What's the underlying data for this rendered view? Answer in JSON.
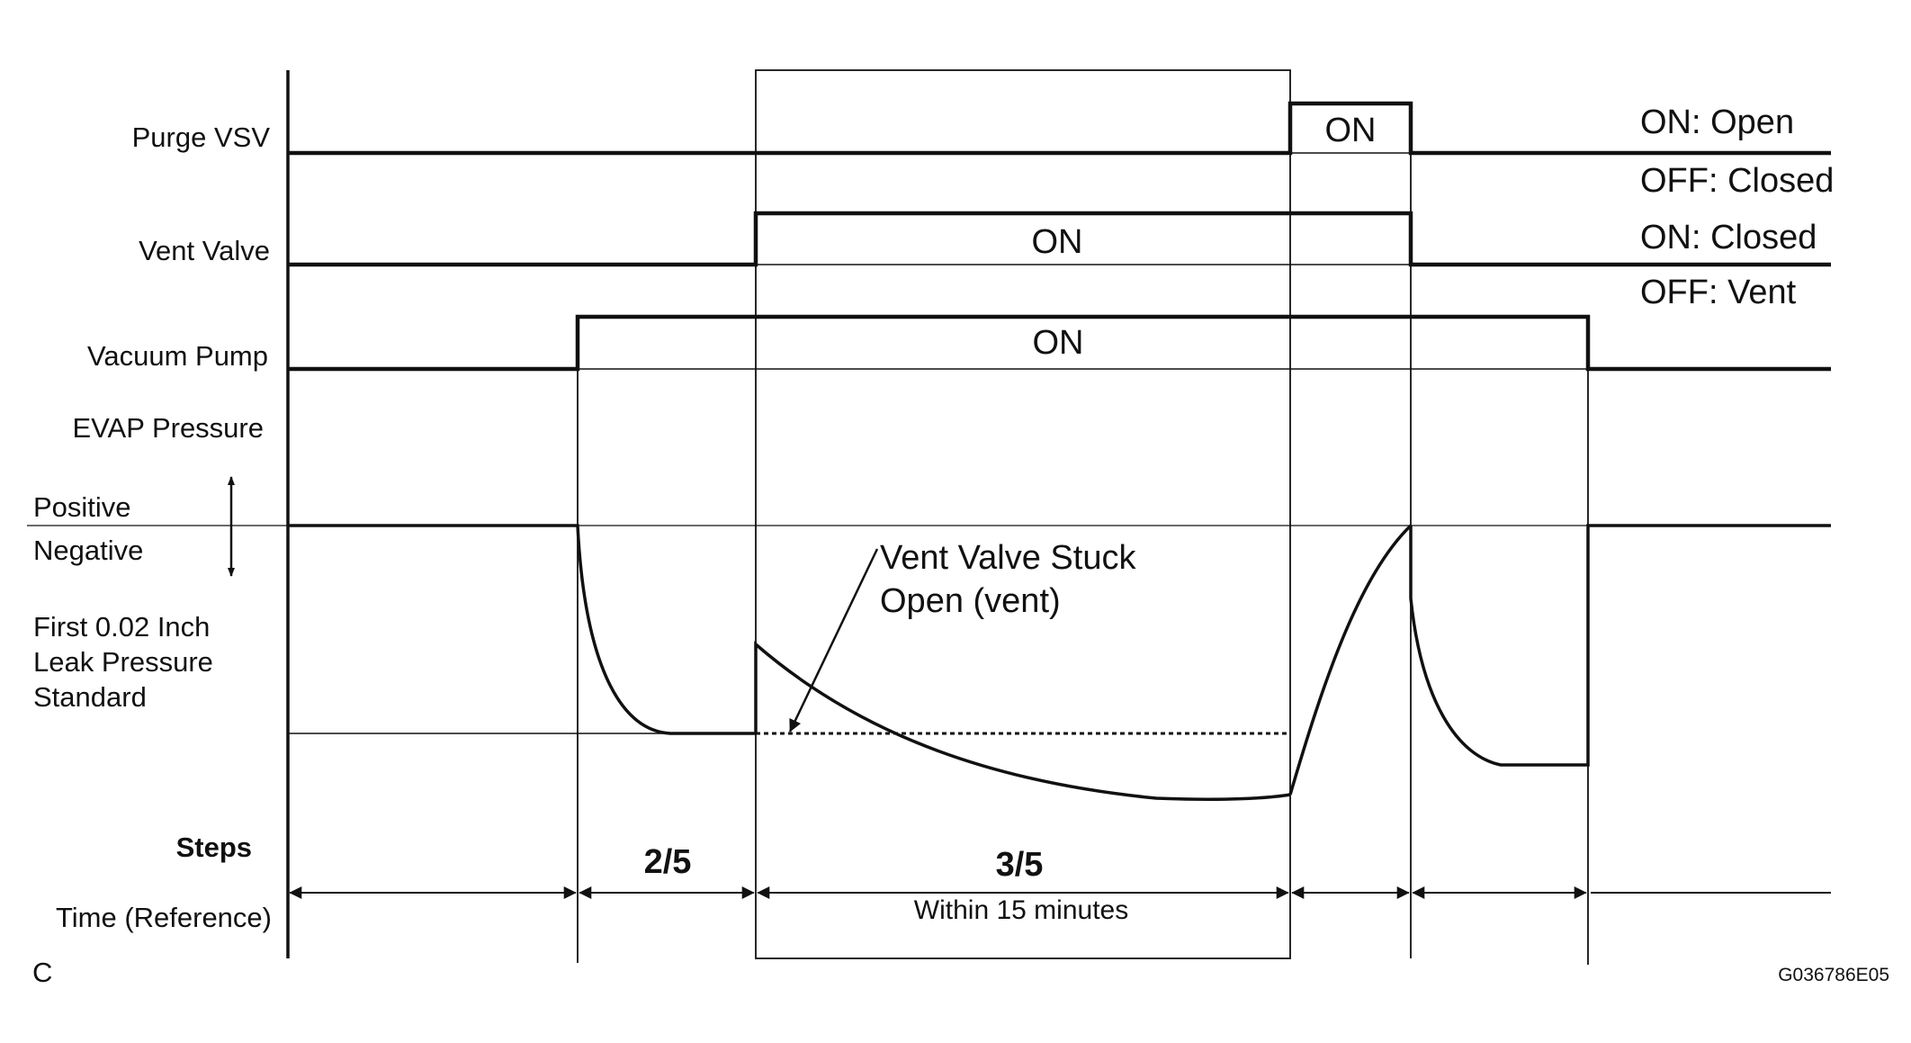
{
  "rows": {
    "purge_vsv": "Purge VSV",
    "vent_valve": "Vent Valve",
    "vacuum_pump": "Vacuum Pump",
    "evap_pressure": "EVAP Pressure",
    "positive": "Positive",
    "negative": "Negative",
    "leak_standard": [
      "First 0.02 Inch",
      "Leak Pressure",
      "Standard"
    ],
    "steps": "Steps",
    "time": "Time (Reference)"
  },
  "legend": {
    "purge_on": "ON: Open",
    "purge_off": "OFF: Closed",
    "vent_on": "ON: Closed",
    "vent_off": "OFF: Vent"
  },
  "signals": {
    "purge_on_label": "ON",
    "vent_on_label": "ON",
    "pump_on_label": "ON"
  },
  "annotation": {
    "line1": "Vent Valve Stuck",
    "line2": "Open (vent)"
  },
  "steps": {
    "step2": "2/5",
    "step3": "3/5",
    "step3_note": "Within 15 minutes"
  },
  "corner_letter": "C",
  "figure_code": "G036786E05"
}
